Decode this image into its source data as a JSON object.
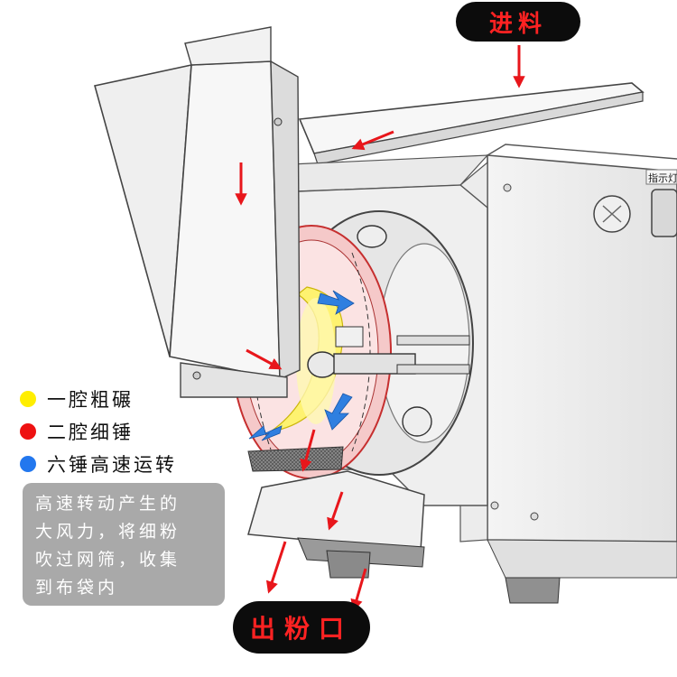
{
  "labels": {
    "feed": "进料",
    "outlet": "出粉口"
  },
  "legend": [
    {
      "text": "一腔粗碾",
      "color": "#ffee00"
    },
    {
      "text": "二腔细锤",
      "color": "#ee1111"
    },
    {
      "text": "六锤高速运转",
      "color": "#2277ee"
    }
  ],
  "note": {
    "lines": [
      "高速转动产生的",
      "大风力，将细粉",
      "吹过网筛，收集",
      "到布袋内"
    ]
  },
  "panel": {
    "indicator_label": "指示灯"
  },
  "colors": {
    "arrow": "#e8161b",
    "flow_arrow": "#2f7fe0",
    "pill_bg": "#0c0c0c",
    "pill_text": "#ff2222",
    "note_bg": "#a9a9a9"
  }
}
